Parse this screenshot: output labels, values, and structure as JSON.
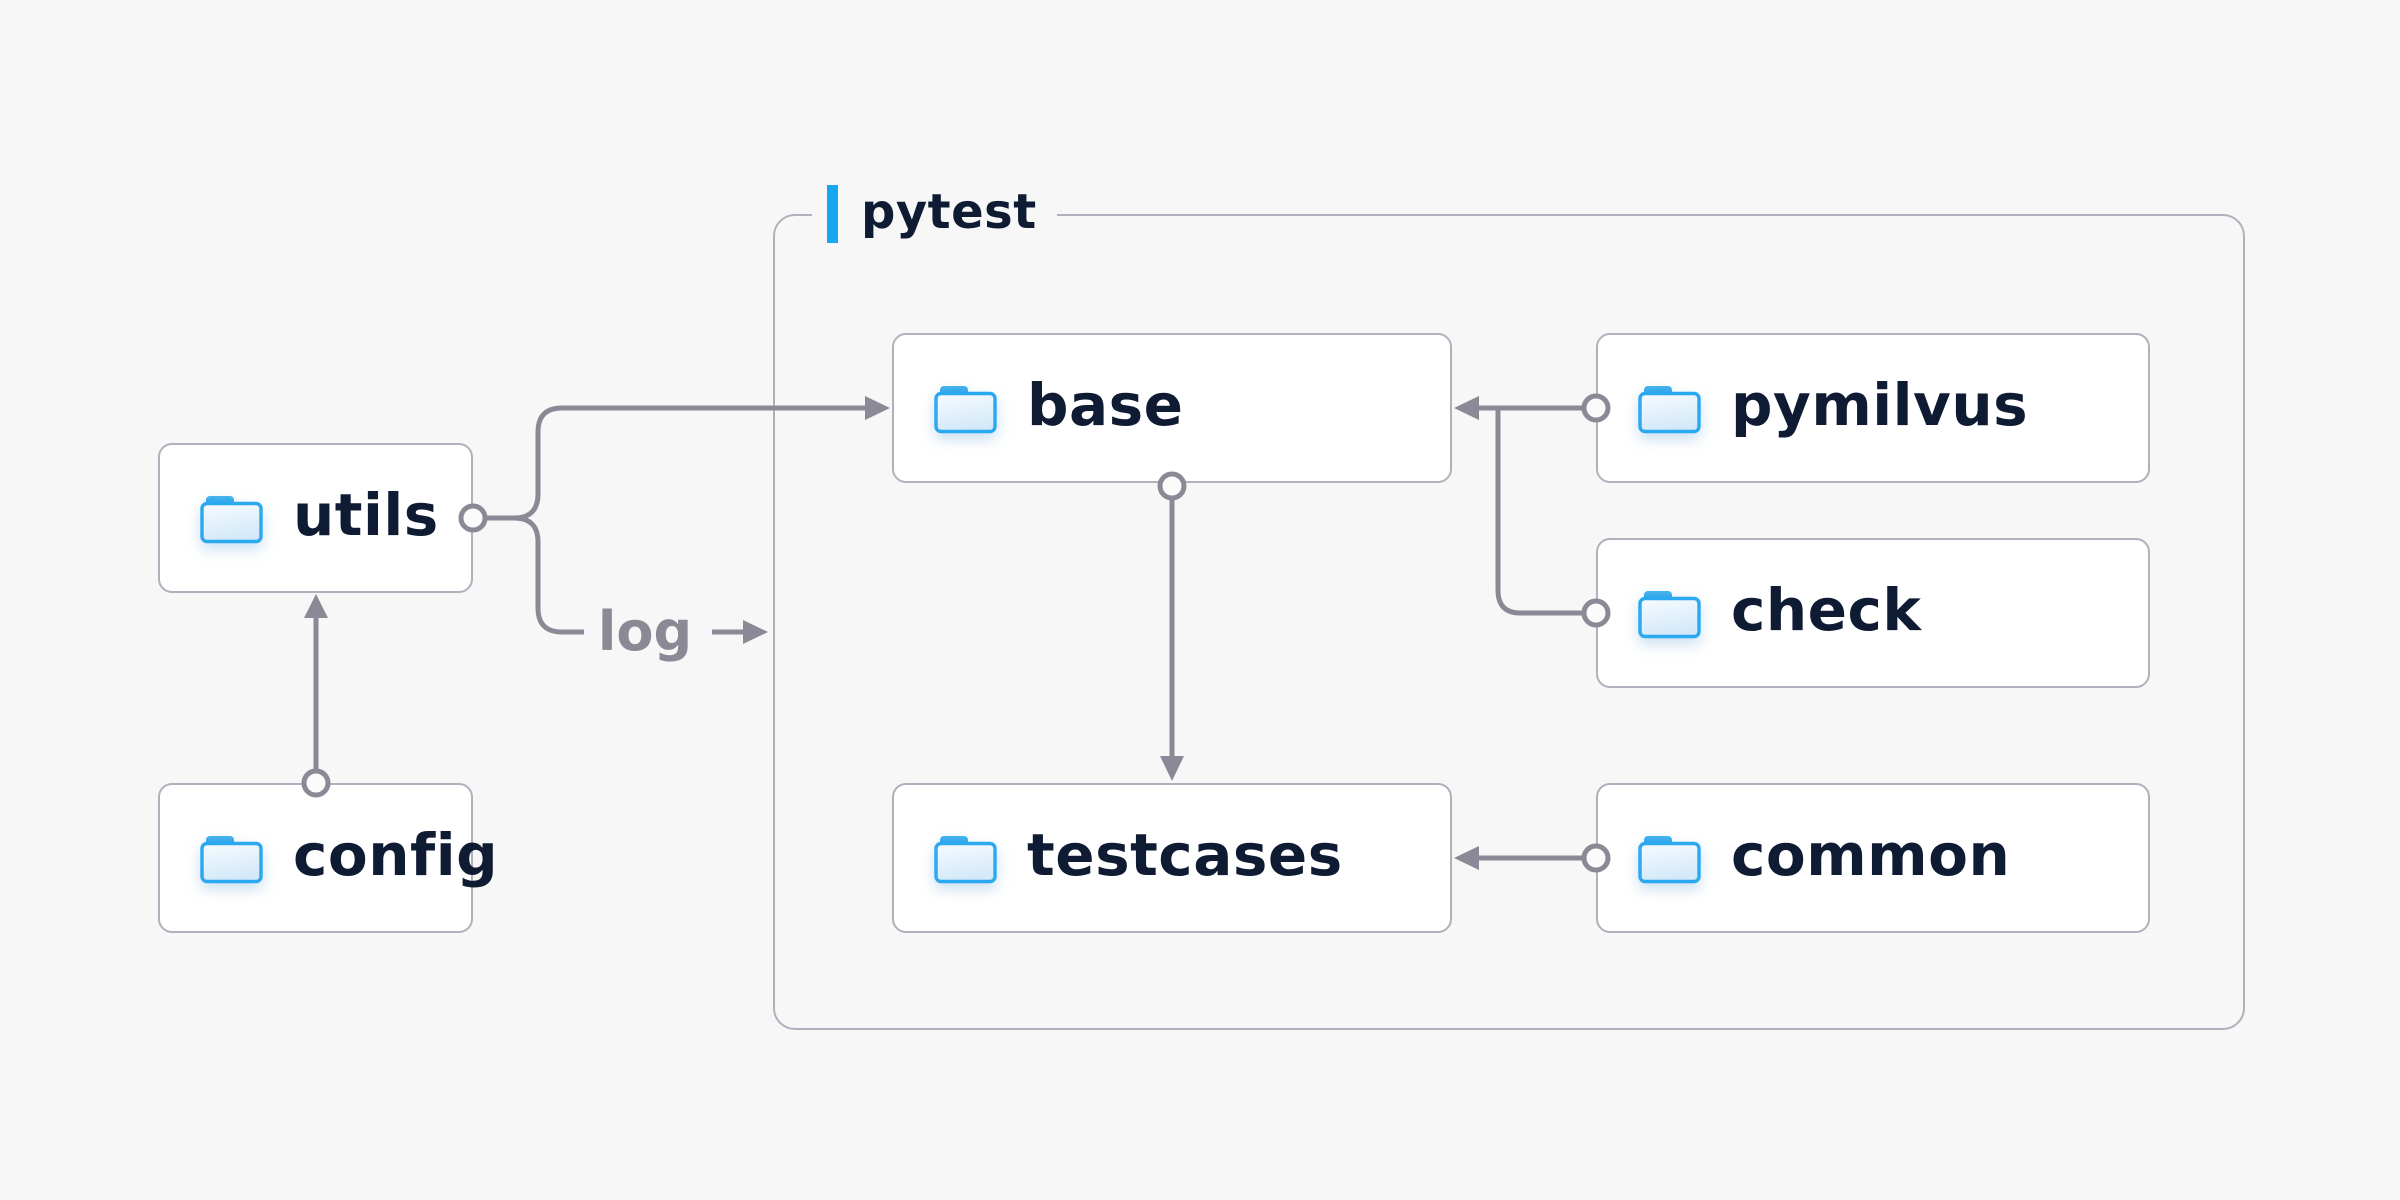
{
  "diagram": {
    "group": {
      "label": "pytest"
    },
    "nodes": [
      {
        "id": "utils",
        "label": "utils",
        "icon": "folder-icon"
      },
      {
        "id": "config",
        "label": "config",
        "icon": "folder-icon"
      },
      {
        "id": "base",
        "label": "base",
        "icon": "folder-icon",
        "group": "pytest"
      },
      {
        "id": "pymilvus",
        "label": "pymilvus",
        "icon": "folder-icon",
        "group": "pytest"
      },
      {
        "id": "check",
        "label": "check",
        "icon": "folder-icon",
        "group": "pytest"
      },
      {
        "id": "testcases",
        "label": "testcases",
        "icon": "folder-icon",
        "group": "pytest"
      },
      {
        "id": "common",
        "label": "common",
        "icon": "folder-icon",
        "group": "pytest"
      }
    ],
    "edges": [
      {
        "from": "config",
        "to": "utils"
      },
      {
        "from": "utils",
        "to": "base"
      },
      {
        "from": "utils",
        "to": "log",
        "label": "log"
      },
      {
        "from": "pymilvus",
        "to": "base"
      },
      {
        "from": "check",
        "to": "base"
      },
      {
        "from": "base",
        "to": "testcases"
      },
      {
        "from": "common",
        "to": "testcases"
      }
    ],
    "edge_label": {
      "text": "log"
    },
    "colors": {
      "background": "#f7f7f8",
      "node_background": "#ffffff",
      "node_border": "#b1b1bd",
      "group_border": "#b1b1bd",
      "connector": "#8a8a96",
      "node_text": "#0e1b33",
      "edge_label_text": "#8a8a96",
      "accent_bar": "#17a7f0",
      "folder_outline": "#2aa8f0",
      "folder_tab": "#1b90da",
      "folder_fill_light": "#f7fbfe",
      "folder_fill_dark": "#d3e9f9"
    }
  }
}
